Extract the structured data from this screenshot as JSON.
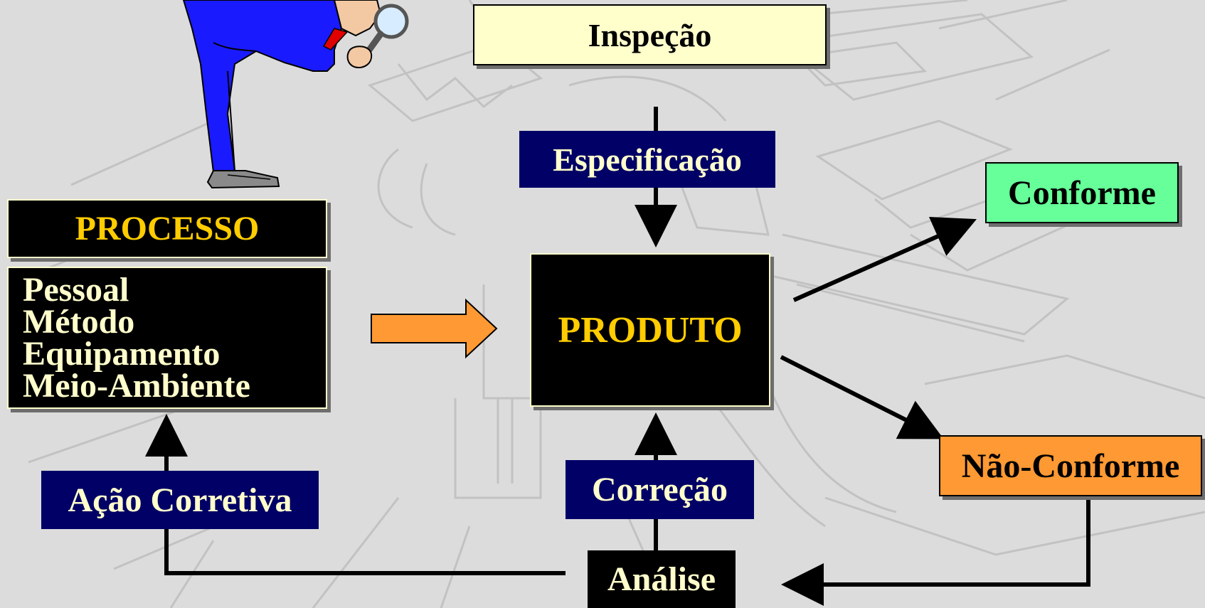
{
  "diagram": {
    "inspection": "Inspeção",
    "specification": "Especificação",
    "conforming": "Conforme",
    "process": {
      "title": "PROCESSO",
      "items": [
        "Pessoal",
        "Método",
        "Equipamento",
        "Meio-Ambiente"
      ]
    },
    "product": "PRODUTO",
    "non_conforming": "Não-Conforme",
    "corrective_action": "Ação Corretiva",
    "correction": "Correção",
    "analysis": "Análise"
  },
  "colors": {
    "background": "#dcdcdc",
    "light_yellow": "#ffffcc",
    "navy": "#000066",
    "gold_text": "#ffcc00",
    "cream_text": "#ffffcc",
    "green": "#66ff99",
    "orange": "#ff9933",
    "arrow": "#000000"
  },
  "icons": {
    "inspector": "inspector-with-magnifying-glass-icon"
  }
}
